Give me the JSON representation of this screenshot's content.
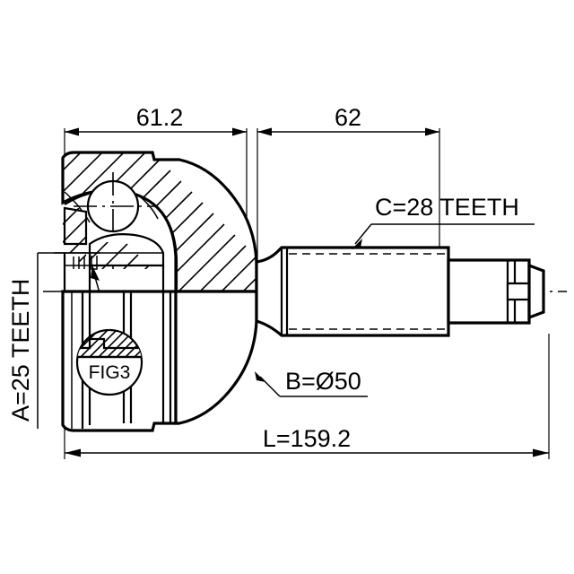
{
  "drawing": {
    "title": "CV Joint Outer Kit Dimensional Drawing",
    "background_color": "#ffffff",
    "line_color": "#000000",
    "dimensions": {
      "top_left": {
        "value": "61.2",
        "name": "joint-housing-length"
      },
      "top_right": {
        "value": "62",
        "name": "shaft-length"
      },
      "bottom": {
        "value": "L=159.2",
        "name": "overall-length"
      }
    },
    "labels": {
      "inner_spline": {
        "value": "A=25 TEETH",
        "name": "inner-spline-teeth"
      },
      "outer_spline": {
        "value": "C=28 TEETH",
        "name": "outer-spline-teeth"
      },
      "boot_diameter": {
        "value": "B=Ø50",
        "name": "boot-diameter"
      },
      "detail_callout": {
        "value": "FIG3",
        "name": "detail-figure-callout"
      }
    }
  }
}
